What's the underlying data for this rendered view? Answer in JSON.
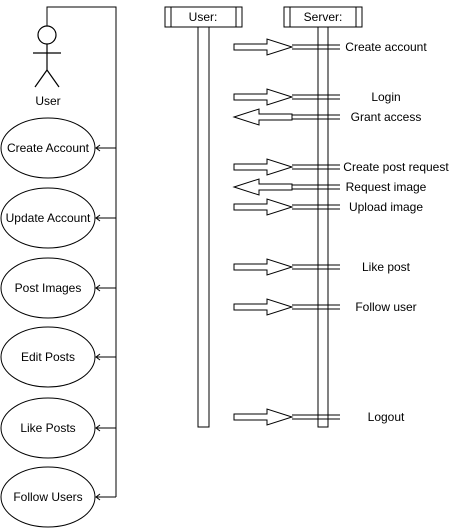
{
  "actor": {
    "label": "User"
  },
  "use_cases": [
    "Create Account",
    "Update Account",
    "Post Images",
    "Edit Posts",
    "Like Posts",
    "Follow Users"
  ],
  "lifelines": {
    "user": "User:",
    "server": "Server:"
  },
  "messages": [
    {
      "label": "Create account",
      "direction": "right"
    },
    {
      "label": "Login",
      "direction": "right"
    },
    {
      "label": "Grant access",
      "direction": "left"
    },
    {
      "label": "Create post request",
      "direction": "right"
    },
    {
      "label": "Request image",
      "direction": "left"
    },
    {
      "label": "Upload image",
      "direction": "right"
    },
    {
      "label": "Like post",
      "direction": "right"
    },
    {
      "label": "Follow user",
      "direction": "right"
    },
    {
      "label": "Logout",
      "direction": "right"
    }
  ]
}
